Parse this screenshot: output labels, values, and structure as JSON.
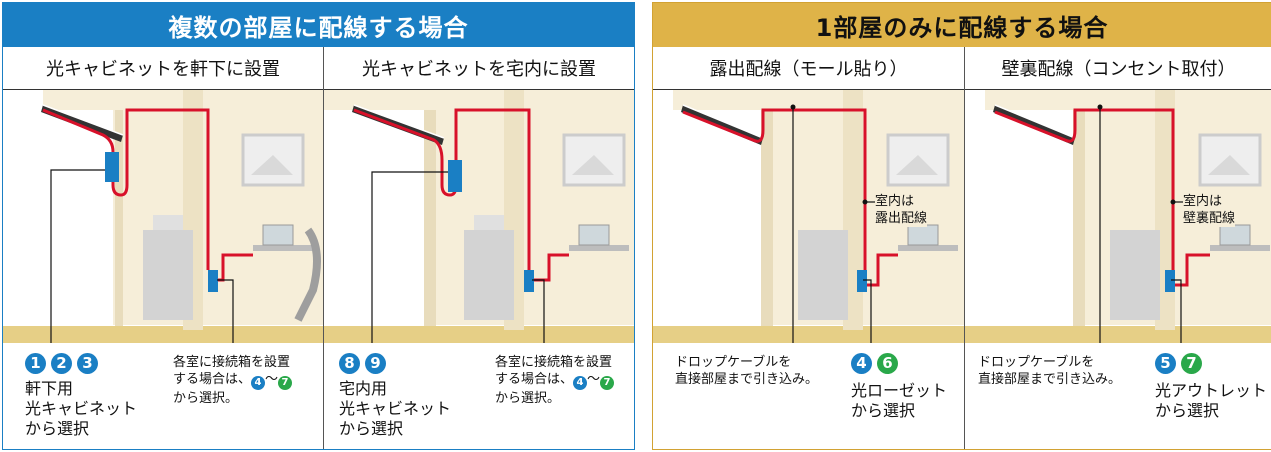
{
  "left_group": {
    "title": "複数の部屋に配線する場合",
    "col1": {
      "header": "光キャビネットを軒下に設置",
      "numbers": [
        "1",
        "2",
        "3"
      ],
      "caption_lines": [
        "軒下用",
        "光キャビネット",
        "から選択"
      ],
      "note_lines": [
        "各室に接続箱を設置",
        "する場合は、",
        "から選択。"
      ],
      "note_range": [
        "4",
        "～",
        "7"
      ]
    },
    "col2": {
      "header": "光キャビネットを宅内に設置",
      "numbers": [
        "8",
        "9"
      ],
      "caption_lines": [
        "宅内用",
        "光キャビネット",
        "から選択"
      ],
      "note_lines": [
        "各室に接続箱を設置",
        "する場合は、",
        "から選択。"
      ],
      "note_range": [
        "4",
        "～",
        "7"
      ]
    }
  },
  "right_group": {
    "title": "1部屋のみに配線する場合",
    "col1": {
      "header": "露出配線（モール貼り）",
      "drop_lines": [
        "ドロップケーブルを",
        "直接部屋まで引き込み。"
      ],
      "label_lines": [
        "室内は",
        "露出配線"
      ],
      "numbers": [
        "4",
        "6"
      ],
      "caption_lines": [
        "光ローゼット",
        "から選択"
      ]
    },
    "col2": {
      "header": "壁裏配線（コンセント取付）",
      "drop_lines": [
        "ドロップケーブルを",
        "直接部屋まで引き込み。"
      ],
      "label_lines": [
        "室内は",
        "壁裏配線"
      ],
      "numbers": [
        "5",
        "7"
      ],
      "caption_lines": [
        "光アウトレット",
        "から選択"
      ]
    }
  },
  "colors": {
    "blue_accent": "#1a7fc4",
    "gold_accent": "#dfb348",
    "cable_red": "#d8112a",
    "wall_cream": "#f6eed9",
    "floor_gold": "#e6cf86",
    "number_green": "#2aa84a"
  }
}
